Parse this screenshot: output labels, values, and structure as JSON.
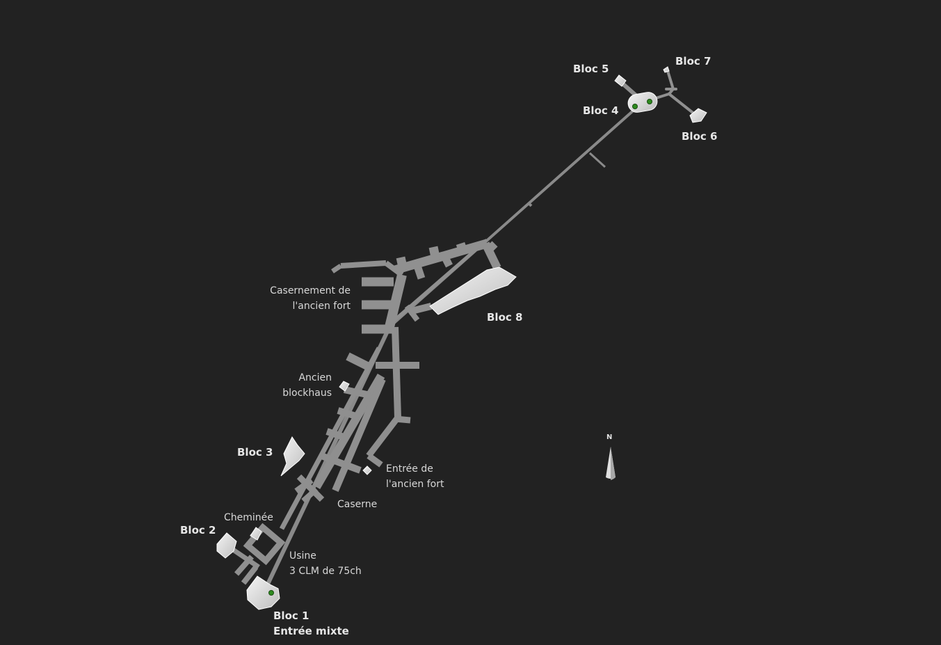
{
  "map": {
    "background": "#222222",
    "tunnel_color": "#8c8c8c",
    "block_color": "#e8e8e8",
    "marker_color": "#2e8b1f",
    "labels": {
      "bloc1_line1": "Bloc 1",
      "bloc1_line2": "Entrée mixte",
      "bloc2": "Bloc 2",
      "bloc3": "Bloc 3",
      "bloc4": "Bloc 4",
      "bloc5": "Bloc 5",
      "bloc6": "Bloc 6",
      "bloc7": "Bloc 7",
      "bloc8": "Bloc 8",
      "casernement_line1": "Casernement de",
      "casernement_line2": "l'ancien fort",
      "ancien_line1": "Ancien",
      "ancien_line2": "blockhaus",
      "entree_line1": "Entrée de",
      "entree_line2": "l'ancien fort",
      "caserne": "Caserne",
      "cheminee": "Cheminée",
      "usine_line1": "Usine",
      "usine_line2": "3 CLM de 75ch"
    },
    "compass": {
      "letter": "N",
      "icon": "north-arrow-icon"
    }
  }
}
